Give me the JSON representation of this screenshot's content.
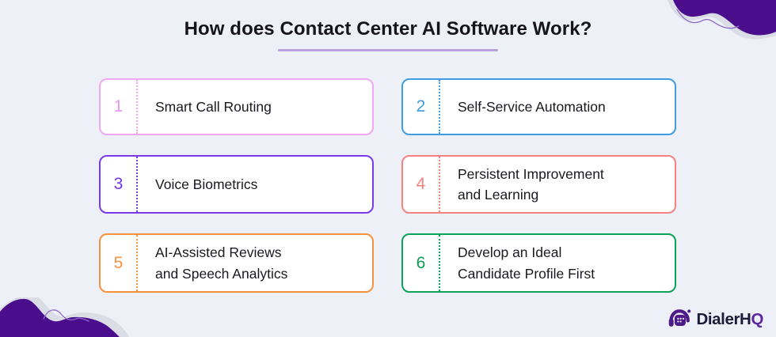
{
  "title": "How does Contact Center AI Software Work?",
  "cards": [
    {
      "number": "1",
      "label": "Smart Call Routing",
      "border_color": "#F0A8F2",
      "number_color": "#E795EC"
    },
    {
      "number": "2",
      "label": "Self-Service Automation",
      "border_color": "#3E9DE2",
      "number_color": "#3E9DE2"
    },
    {
      "number": "3",
      "label": "Voice Biometrics",
      "border_color": "#7A3AE8",
      "number_color": "#7637E6"
    },
    {
      "number": "4",
      "label": "Persistent Improvement\nand Learning",
      "border_color": "#F5827E",
      "number_color": "#F5827E"
    },
    {
      "number": "5",
      "label": "AI-Assisted Reviews\nand Speech Analytics",
      "border_color": "#F6913D",
      "number_color": "#F6913D"
    },
    {
      "number": "6",
      "label": "Develop an Ideal\nCandidate Profile First",
      "border_color": "#0CA257",
      "number_color": "#0A9D52"
    }
  ],
  "logo": {
    "text_dark": "DialerH",
    "text_accent": "Q",
    "icon": "headset-dialpad-icon",
    "icon_color": "#4D1B87",
    "dark_text_color": "#1D1B38",
    "accent_text_color": "#5C26A0"
  },
  "colors": {
    "background": "#EEF0F8",
    "title_text": "#16141F",
    "title_underline": "#B9A2DE",
    "card_background": "#FFFFFF",
    "card_label_text": "#1A1922",
    "corner_blob": "#4A0D8C",
    "corner_blob_shadow": "#DBDDE6",
    "corner_squiggle": "#8F6BC8"
  }
}
